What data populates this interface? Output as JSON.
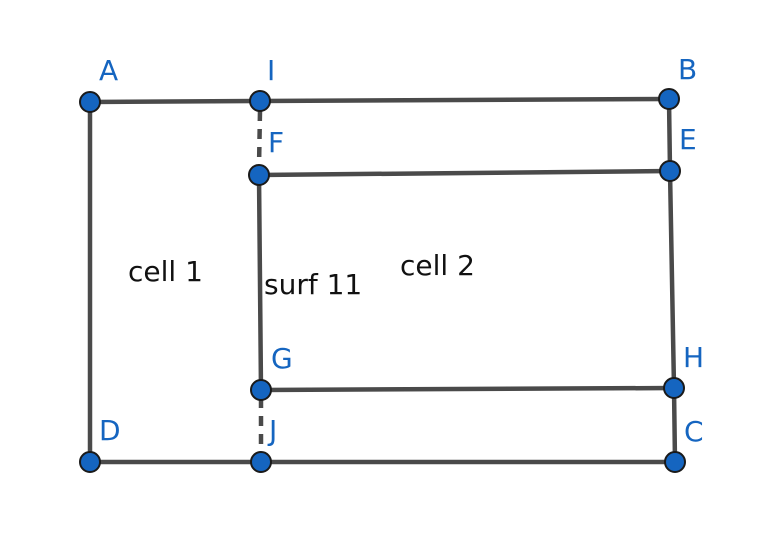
{
  "diagram": {
    "colors": {
      "edge": "#4a4a4a",
      "vertex_fill": "#1565c0",
      "vertex_stroke": "#1a1a1a",
      "vertex_label": "#1565c0",
      "region_label": "#111111"
    },
    "vertices": {
      "A": "A",
      "B": "B",
      "C": "C",
      "D": "D",
      "E": "E",
      "F": "F",
      "G": "G",
      "H": "H",
      "I": "I",
      "J": "J"
    },
    "regions": {
      "cell1": "cell 1",
      "cell2": "cell 2",
      "surf11": "surf 11"
    },
    "edges": {
      "solid": [
        [
          "A",
          "I"
        ],
        [
          "I",
          "B"
        ],
        [
          "B",
          "E"
        ],
        [
          "E",
          "H"
        ],
        [
          "H",
          "C"
        ],
        [
          "C",
          "J"
        ],
        [
          "J",
          "D"
        ],
        [
          "D",
          "A"
        ],
        [
          "F",
          "E"
        ],
        [
          "F",
          "G"
        ],
        [
          "G",
          "H"
        ]
      ],
      "dashed": [
        [
          "I",
          "F"
        ],
        [
          "G",
          "J"
        ]
      ]
    }
  }
}
